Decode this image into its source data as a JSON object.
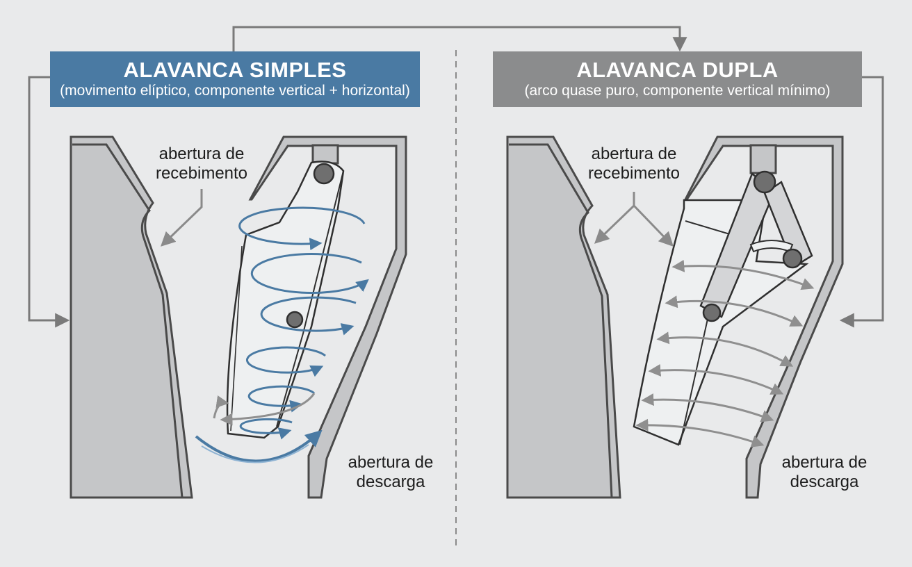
{
  "left_panel": {
    "title": "ALAVANCA SIMPLES",
    "subtitle": "(movimento elíptico, componente vertical + horizontal)",
    "color": "#4a7aa3",
    "label_top_line1": "abertura de",
    "label_top_line2": "recebimento",
    "label_bottom_line1": "abertura de",
    "label_bottom_line2": "descarga"
  },
  "right_panel": {
    "title": "ALAVANCA DUPLA",
    "subtitle": "(arco quase puro, componente vertical mínimo)",
    "color": "#8b8c8d",
    "label_top_line1": "abertura de",
    "label_top_line2": "recebimento",
    "label_bottom_line1": "abertura de",
    "label_bottom_line2": "descarga"
  },
  "colors": {
    "background": "#e9eaeb",
    "jaw_fill": "#c5c6c8",
    "outline": "#4a4a4a",
    "motion_blue": "#4a7aa3",
    "motion_gray": "#8f8f8f",
    "connector": "#7a7a7a"
  }
}
